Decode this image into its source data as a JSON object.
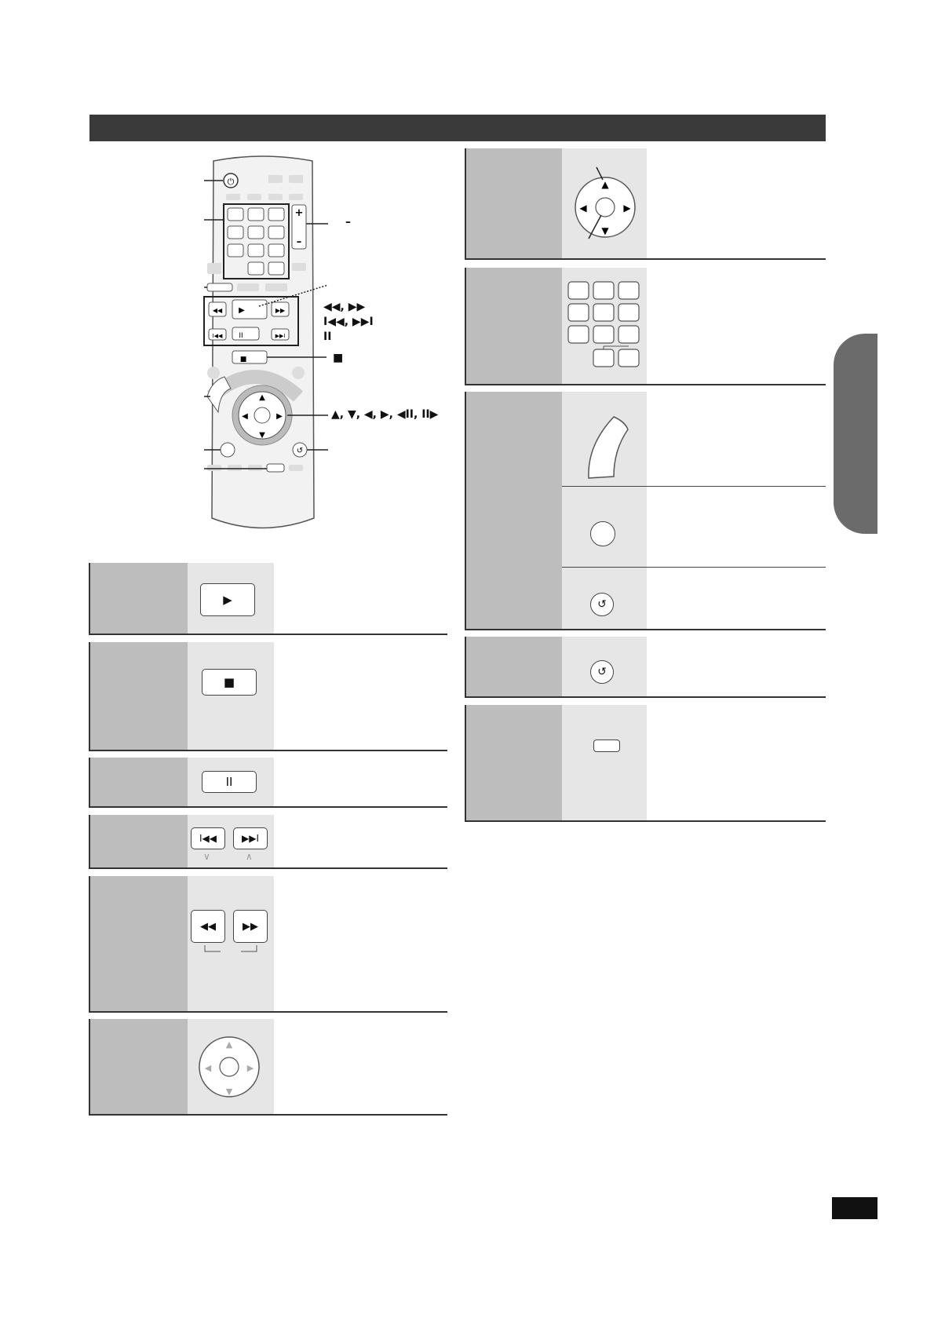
{
  "callouts": {
    "skip_search_row1": "◀◀, ▶▶",
    "skip_search_row2": "I◀◀, ▶▶I",
    "pause": "II",
    "stop": "■",
    "volume": "–",
    "cursor": "▲, ▼, ◀, ▶, ◀II, II▶"
  },
  "buttons": {
    "play": "▶",
    "stop": "■",
    "pause": "II",
    "skip_back": "I◀◀",
    "skip_fwd": "▶▶I",
    "search_back": "◀◀",
    "search_fwd": "▶▶",
    "dir_up": "▲",
    "dir_down": "▼",
    "dir_left": "◀",
    "dir_right": "▶",
    "return": "↺",
    "caret_down": "∨",
    "caret_up": "∧"
  }
}
